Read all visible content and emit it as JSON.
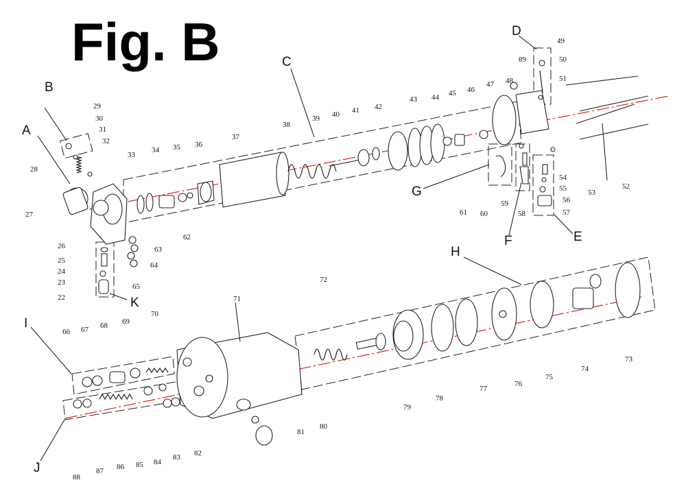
{
  "title": "Fig. B",
  "groups": [
    "A",
    "B",
    "C",
    "D",
    "E",
    "F",
    "G",
    "H",
    "I",
    "J",
    "K"
  ],
  "parts": [
    "22",
    "23",
    "24",
    "25",
    "26",
    "27",
    "28",
    "29",
    "30",
    "31",
    "32",
    "33",
    "34",
    "35",
    "36",
    "37",
    "38",
    "39",
    "40",
    "41",
    "42",
    "43",
    "44",
    "45",
    "46",
    "47",
    "48",
    "49",
    "50",
    "51",
    "52",
    "53",
    "54",
    "55",
    "56",
    "57",
    "58",
    "59",
    "60",
    "61",
    "62",
    "63",
    "64",
    "65",
    "66",
    "67",
    "68",
    "69",
    "70",
    "71",
    "72",
    "73",
    "74",
    "75",
    "76",
    "77",
    "78",
    "79",
    "80",
    "81",
    "82",
    "83",
    "84",
    "85",
    "86",
    "87",
    "88",
    "89"
  ],
  "colors": {
    "axis": "#e0201a",
    "ink": "#111111",
    "background": "#ffffff"
  }
}
